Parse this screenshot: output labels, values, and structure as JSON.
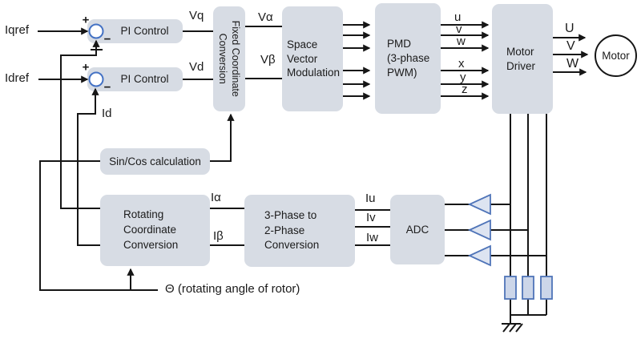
{
  "colors": {
    "block_fill": "#d7dce4",
    "wire": "#161616",
    "junction_stroke": "#4472c4",
    "amplifier_fill": "#dde4f1",
    "amplifier_stroke": "#4f74b8",
    "resistor_fill": "#ccd6e9",
    "resistor_stroke": "#4f74b8"
  },
  "blocks": {
    "pi_control_q": {
      "label": "PI Control"
    },
    "pi_control_d": {
      "label": "PI Control"
    },
    "fixed_coordinate_conversion": {
      "lines": [
        "Fixed Coordinate",
        "Conversion"
      ]
    },
    "space_vector_modulation": {
      "lines": [
        "Space",
        "Vector",
        "Modulation"
      ]
    },
    "pmd": {
      "lines": [
        "PMD",
        "(3-phase",
        "PWM)"
      ]
    },
    "motor_driver": {
      "lines": [
        "Motor",
        "Driver"
      ]
    },
    "motor": {
      "label": "Motor"
    },
    "sin_cos_calculation": {
      "label": "Sin/Cos calculation"
    },
    "rotating_coordinate_conversion": {
      "lines": [
        "Rotating",
        "Coordinate",
        "Conversion"
      ]
    },
    "three_phase_to_two_phase": {
      "lines": [
        "3-Phase to",
        "2-Phase",
        "Conversion"
      ]
    },
    "adc": {
      "label": "ADC"
    }
  },
  "signal_labels": {
    "iqref": "Iqref",
    "idref": "Idref",
    "vq": "Vq",
    "vd": "Vd",
    "v_alpha": "Vα",
    "v_beta": "Vβ",
    "id_feedback": "Id",
    "i_alpha": "Iα",
    "i_beta": "Iβ",
    "iu": "Iu",
    "iv": "Iv",
    "iw": "Iw",
    "pwm_u": "u",
    "pwm_v": "v",
    "pwm_w": "w",
    "pwm_x": "x",
    "pwm_y": "y",
    "pwm_z": "z",
    "phase_u": "U",
    "phase_v": "V",
    "phase_w": "W",
    "theta": "Θ (rotating angle of rotor)"
  },
  "junction_symbols": {
    "plus": "+",
    "minus": "−"
  }
}
